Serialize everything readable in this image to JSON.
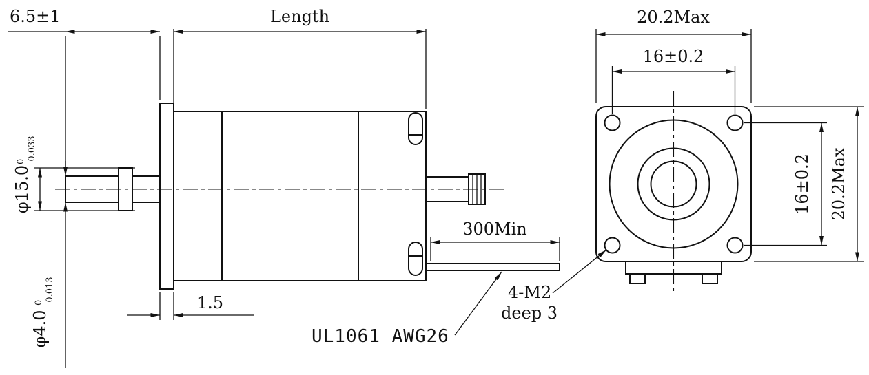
{
  "side_view": {
    "dim_shaft_protrusion": "6.5±1",
    "dim_body_length": "Length",
    "dim_flange_thickness": "1.5",
    "dim_lead_wire_length": "300Min",
    "lead_wire_label": "UL1061 AWG26",
    "dim_boss_dia": {
      "main": "φ15.0",
      "tol_upper": "0",
      "tol_lower": "-0.033"
    },
    "dim_shaft_dia": {
      "main": "φ4.0",
      "tol_upper": "0",
      "tol_lower": "-0.013"
    }
  },
  "front_view": {
    "dim_width": "20.2Max",
    "dim_hole_spacing_horizontal": "16±0.2",
    "dim_hole_spacing_vertical": "16±0.2",
    "dim_height": "20.2Max",
    "mounting_hole_spec": {
      "line1": "4-M2",
      "line2": "deep 3"
    }
  },
  "colors": {
    "line": "#111111",
    "background": "#ffffff"
  }
}
